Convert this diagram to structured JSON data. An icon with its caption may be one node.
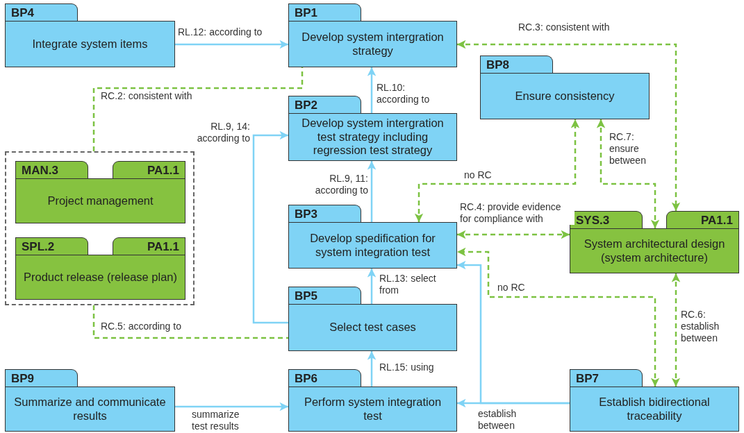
{
  "diagram": {
    "nodes": [
      {
        "text": [
          "BP4",
          "Integrate system items"
        ]
      },
      {
        "text": [
          "BP1",
          "Develop system intergration strategy"
        ]
      },
      {
        "text": [
          "BP8",
          "Ensure consistency"
        ]
      },
      {
        "text": [],
        "shape": "box"
      },
      {
        "text": [
          "MAN.3",
          "PA1.1",
          "Project management"
        ],
        "in": 3
      },
      {
        "text": [
          "SPL.2",
          "PA1.1",
          "Product release (release plan)"
        ],
        "in": 3
      },
      {
        "text": [
          "BP2",
          "Develop system intergration test strategy including regression test strategy"
        ]
      },
      {
        "text": [
          "BP3",
          "Develop spedification for system integration test"
        ]
      },
      {
        "text": [
          "SYS.3",
          "PA1.1",
          "System architectural design (system architecture)"
        ]
      },
      {
        "text": [
          "BP5",
          "Select test cases"
        ]
      },
      {
        "text": [
          "BP9",
          "Summarize and communicate results"
        ]
      },
      {
        "text": [
          "BP6",
          "Perform system integration test"
        ]
      },
      {
        "text": [
          "BP7",
          "Establish bidirectional traceability"
        ]
      }
    ],
    "edges": [
      {
        "from": 0,
        "to": 1,
        "arrow": "to",
        "label": "RL.12: according to"
      },
      {
        "from": 1,
        "to": 8,
        "arrow": "both",
        "label": "RC.3: consistent with",
        "style": "dashed",
        "color": "#7cc242"
      },
      {
        "from": 3,
        "to": 1,
        "arrow": "none",
        "label": "RC.2: consistent with",
        "style": "dashed",
        "color": "#7cc242"
      },
      {
        "from": 6,
        "to": 1,
        "arrow": "to",
        "label": "RL.10: according to"
      },
      {
        "from": 9,
        "to": 6,
        "arrow": "to",
        "label": "RL.9, 14: according to"
      },
      {
        "from": 7,
        "to": 6,
        "arrow": "to",
        "label": "RL.9, 11: according to"
      },
      {
        "from": 7,
        "to": 2,
        "arrow": "both",
        "label": "no RC",
        "style": "dashed",
        "color": "#7cc242"
      },
      {
        "from": 2,
        "to": 8,
        "arrow": "both",
        "label": "RC.7: ensure between",
        "style": "dashed",
        "color": "#7cc242"
      },
      {
        "from": 7,
        "to": 8,
        "arrow": "both",
        "label": "RC.4: provide evidence for compliance with",
        "style": "dashed",
        "color": "#7cc242"
      },
      {
        "from": 9,
        "to": 7,
        "arrow": "to",
        "label": "RL.13: select from"
      },
      {
        "from": 3,
        "to": 9,
        "arrow": "none",
        "label": "RC.5: according to",
        "style": "dashed",
        "color": "#7cc242"
      },
      {
        "from": 12,
        "to": 7,
        "arrow": "both",
        "label": "no RC",
        "style": "dashed",
        "color": "#7cc242"
      },
      {
        "from": 8,
        "to": 12,
        "arrow": "both",
        "label": "RC.6: establish between",
        "style": "dashed",
        "color": "#7cc242"
      },
      {
        "from": 11,
        "to": 9,
        "arrow": "to",
        "label": "RL.15: using"
      },
      {
        "from": 10,
        "to": 11,
        "arrow": "to",
        "label": "summarize test results"
      },
      {
        "from": 12,
        "to": 11,
        "arrow": "to",
        "label": "establish between"
      },
      {
        "from": 12,
        "to": 7,
        "arrow": "to"
      }
    ]
  }
}
